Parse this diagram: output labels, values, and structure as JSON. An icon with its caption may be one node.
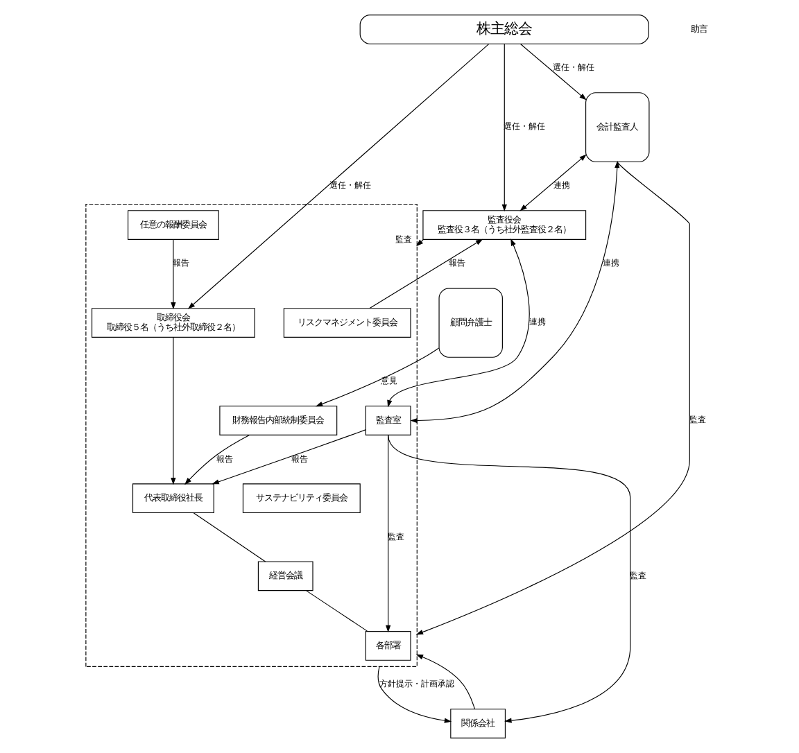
{
  "diagram": {
    "nodes": [
      {
        "text": [
          "株主総会"
        ]
      },
      {
        "text": [
          "会計監査人"
        ]
      },
      {
        "text": [
          "監査役会",
          "監査役３名（うち社外監査役２名）"
        ]
      },
      {
        "text": [],
        "shape": "box"
      },
      {
        "text": [
          "取締役会",
          "取締役５名（うち社外取締役２名）"
        ],
        "in": 3
      },
      {
        "text": [
          "任意の報酬委員会"
        ],
        "in": 3
      },
      {
        "text": [
          "監査室"
        ],
        "in": 3
      },
      {
        "text": [
          "代表取締役社長"
        ],
        "in": 3
      },
      {
        "text": [
          "リスクマネジメント委員会"
        ],
        "in": 3
      },
      {
        "text": [
          "財務報告内部統制委員会"
        ],
        "in": 3
      },
      {
        "text": [
          "サステナビリティ委員会"
        ],
        "in": 3
      },
      {
        "text": [
          "経営会議"
        ],
        "in": 3
      },
      {
        "text": [
          "各部署"
        ],
        "in": 3
      },
      {
        "text": [
          "関係会社"
        ]
      },
      {
        "text": [
          "顧問弁護士"
        ]
      }
    ],
    "edges": [
      {
        "from": 0,
        "to": 1,
        "arrow": "to",
        "label": "選任・解任"
      },
      {
        "from": 0,
        "to": 2,
        "arrow": "to",
        "label": "選任・解任"
      },
      {
        "from": 0,
        "to": 4,
        "arrow": "to",
        "label": "選任・解任"
      },
      {
        "from": 8,
        "to": 2,
        "arrow": "to",
        "label": "報告"
      },
      {
        "from": 1,
        "to": 2,
        "arrow": "both",
        "label": "連携"
      },
      {
        "from": 2,
        "to": 3,
        "arrow": "to",
        "label": "監査"
      },
      {
        "from": 2,
        "to": 6,
        "arrow": "both",
        "label": "連携"
      },
      {
        "from": 5,
        "to": 4,
        "arrow": "to",
        "label": "報告"
      },
      {
        "from": 4,
        "to": 7,
        "arrow": "to"
      },
      {
        "from": 1,
        "to": 6,
        "arrow": "both",
        "label": "連携"
      },
      {
        "from": 6,
        "to": 7,
        "arrow": "to",
        "label": "報告"
      },
      {
        "from": 9,
        "to": 7,
        "arrow": "to",
        "label": "報告"
      },
      {
        "from": 14,
        "to": 9,
        "arrow": "to",
        "label": "意見"
      },
      {
        "from": 1,
        "to": 3,
        "arrow": "to",
        "label": "監査"
      },
      {
        "from": 7,
        "to": 11,
        "arrow": "none"
      },
      {
        "from": 11,
        "to": 12,
        "arrow": "none"
      },
      {
        "from": 6,
        "to": 12,
        "arrow": "to",
        "label": "監査"
      },
      {
        "from": 6,
        "to": 13,
        "arrow": "to",
        "label": "監査"
      },
      {
        "from": 13,
        "to": 3,
        "arrow": "to"
      },
      {
        "from": 3,
        "to": 13,
        "arrow": "to",
        "label": "方針提示・計画承認"
      }
    ],
    "labels": [
      "助言"
    ]
  }
}
